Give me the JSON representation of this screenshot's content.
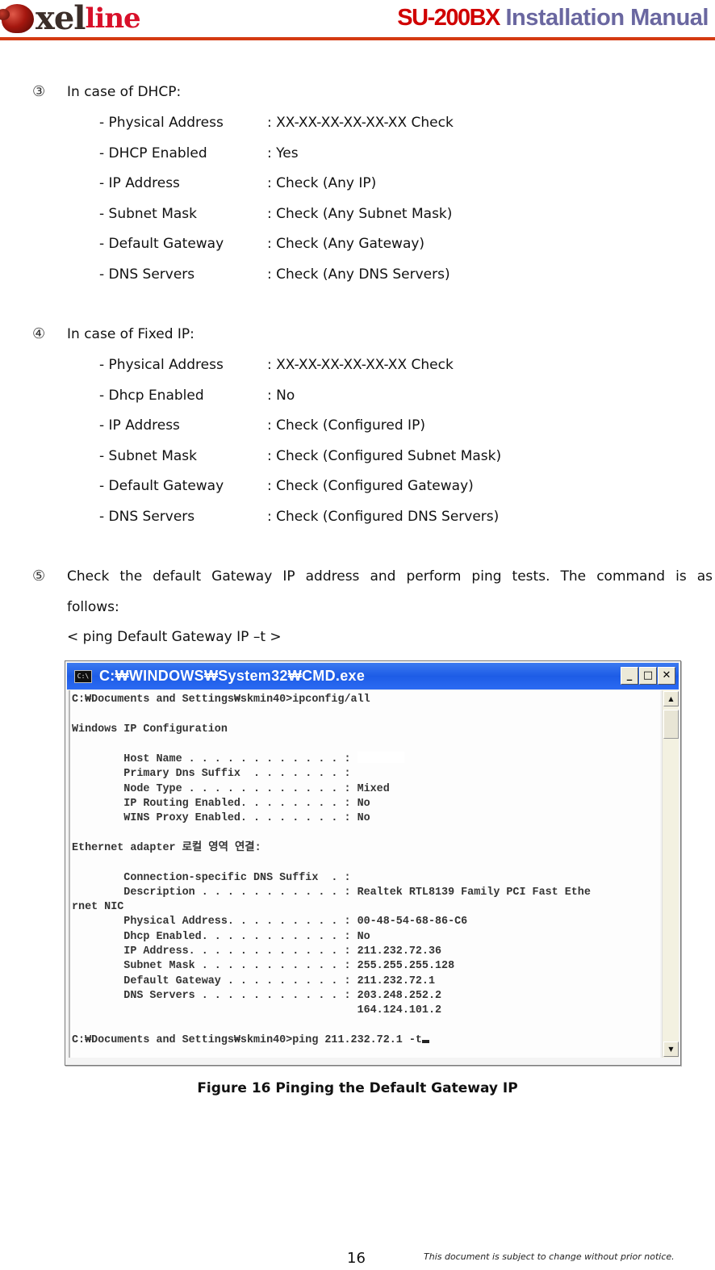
{
  "header": {
    "logo": {
      "part1": "xel",
      "part2": "line"
    },
    "title_model": "SU-200BX",
    "title_rest": " Installation Manual"
  },
  "steps": [
    {
      "number": "③",
      "heading": "In case of DHCP:",
      "items": [
        {
          "key": "- Physical Address",
          "value": ": XX-XX-XX-XX-XX-XX Check"
        },
        {
          "key": "- DHCP Enabled",
          "value": ": Yes"
        },
        {
          "key": "- IP Address",
          "value": ": Check (Any IP)"
        },
        {
          "key": "- Subnet Mask",
          "value": ": Check (Any Subnet Mask)"
        },
        {
          "key": "- Default Gateway",
          "value": ": Check (Any Gateway)"
        },
        {
          "key": "- DNS Servers",
          "value": ": Check (Any DNS Servers)"
        }
      ]
    },
    {
      "number": "④",
      "heading": "In case of Fixed IP:",
      "items": [
        {
          "key": "- Physical Address",
          "value": ": XX-XX-XX-XX-XX-XX Check"
        },
        {
          "key": "- Dhcp Enabled",
          "value": ": No"
        },
        {
          "key": "- IP Address",
          "value": ": Check (Configured IP)"
        },
        {
          "key": "- Subnet Mask",
          "value": ": Check (Configured Subnet Mask)"
        },
        {
          "key": "- Default Gateway",
          "value": ": Check (Configured Gateway)"
        },
        {
          "key": "- DNS Servers",
          "value": ": Check (Configured DNS Servers)"
        }
      ]
    },
    {
      "number": "⑤",
      "line1": "Check the default Gateway IP address and perform ping tests. The command is as",
      "line2": "follows:",
      "command": "< ping Default Gateway IP –t >"
    }
  ],
  "cmd_window": {
    "title": "C:₩WINDOWS₩System32₩CMD.exe",
    "icon_label": "C:\\",
    "buttons": {
      "minimize": "_",
      "maximize": "□",
      "close": "✕"
    },
    "scroll_up": "▲",
    "scroll_down": "▼",
    "lines": {
      "l1": "C:₩Documents and Settings₩skmin40>ipconfig/all",
      "l2": "",
      "l3": "Windows IP Configuration",
      "l4": "",
      "l5": "        Host Name . . . . . . . . . . . . : ",
      "l6": "        Primary Dns Suffix  . . . . . . . :",
      "l7": "        Node Type . . . . . . . . . . . . : Mixed",
      "l8": "        IP Routing Enabled. . . . . . . . : No",
      "l9": "        WINS Proxy Enabled. . . . . . . . : No",
      "l10": "",
      "l11": "Ethernet adapter 로컬 영역 연결:",
      "l12": "",
      "l13": "        Connection-specific DNS Suffix  . :",
      "l14": "        Description . . . . . . . . . . . : Realtek RTL8139 Family PCI Fast Ethe",
      "l15": "rnet NIC",
      "l16": "        Physical Address. . . . . . . . . : 00-48-54-68-86-C6",
      "l17": "        Dhcp Enabled. . . . . . . . . . . : No",
      "l18": "        IP Address. . . . . . . . . . . . : 211.232.72.36",
      "l19": "        Subnet Mask . . . . . . . . . . . : 255.255.255.128",
      "l20": "        Default Gateway . . . . . . . . . : 211.232.72.1",
      "l21": "        DNS Servers . . . . . . . . . . . : 203.248.252.2",
      "l22": "                                            164.124.101.2",
      "l23": "",
      "l24": "C:₩Documents and Settings₩skmin40>ping 211.232.72.1 -t"
    }
  },
  "caption": "Figure 16 Pinging the Default Gateway IP",
  "footer": {
    "page_number": "16",
    "notice": "This document is subject to change without prior notice."
  }
}
